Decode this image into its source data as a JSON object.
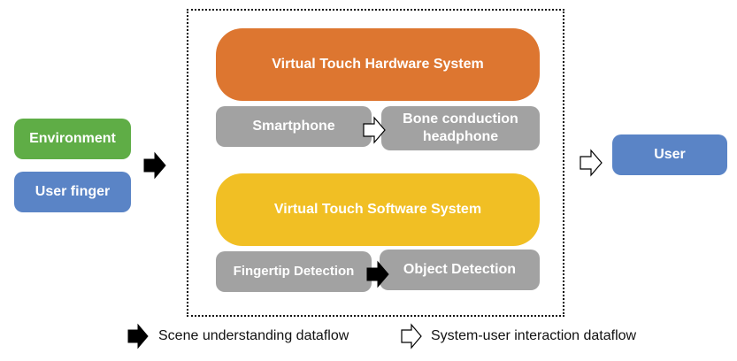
{
  "inputs": {
    "environment": "Environment",
    "user_finger": "User finger"
  },
  "system": {
    "hardware_title": "Virtual Touch Hardware System",
    "smartphone": "Smartphone",
    "bone_conduction": "Bone conduction headphone",
    "software_title": "Virtual Touch Software System",
    "fingertip_detection": "Fingertip Detection",
    "object_detection": "Object Detection"
  },
  "output": {
    "user": "User"
  },
  "legend": {
    "scene_label": "Scene understanding dataflow",
    "interaction_label": "System-user interaction dataflow"
  },
  "colors": {
    "environment": "#5fad46",
    "user_finger": "#5a84c6",
    "hardware": "#dd7630",
    "software": "#f1bf24",
    "component": "#a2a2a2",
    "user": "#5a84c6",
    "scene_arrow": "#000000",
    "interaction_arrow": "#ffffff"
  }
}
